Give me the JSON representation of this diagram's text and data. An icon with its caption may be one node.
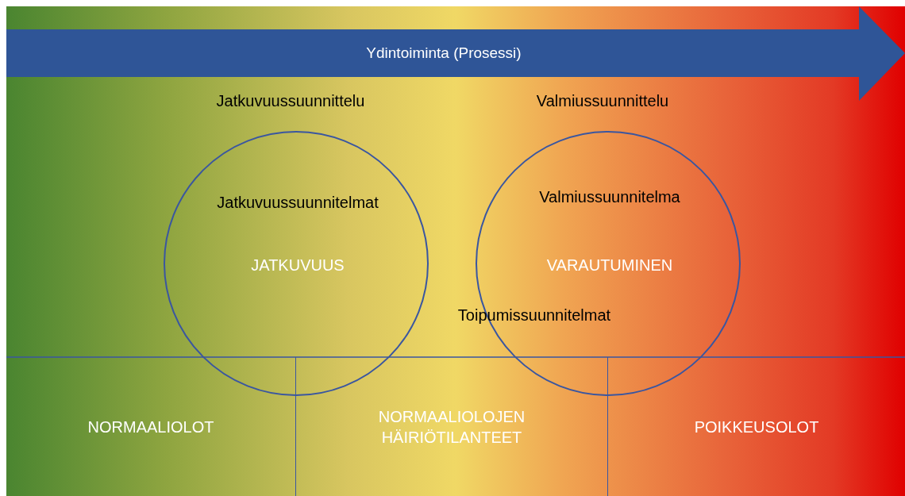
{
  "diagram": {
    "nodes": [
      {
        "text": [
          "Ydintoiminta (Prosessi)"
        ]
      },
      {
        "text": [
          "Jatkuvuussuunnitelmat",
          "JATKUVUUS"
        ]
      },
      {
        "text": [
          "Valmiussuunnitelma",
          "VARAUTUMINEN"
        ]
      },
      {
        "text": [
          "NORMAALIOLOT"
        ]
      },
      {
        "text": [
          "NORMAALIOLOJEN HÄIRIÖTILANTEET"
        ]
      },
      {
        "text": [
          "POIKKEUSOLOT"
        ]
      }
    ],
    "labels": [
      "Jatkuvuussuunnittelu",
      "Valmiussuunnittelu",
      "Toipumissuunnitelmat"
    ]
  }
}
